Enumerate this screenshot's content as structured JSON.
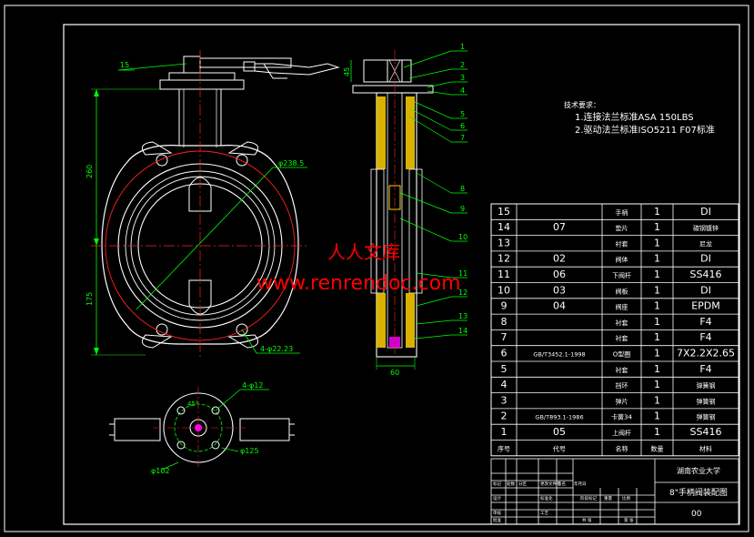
{
  "colors": {
    "background": "#000000",
    "frame": "#ffffff",
    "part": "#ffffff",
    "dimension": "#00ff00",
    "center": "#ff2020",
    "hatch": "#ffd000",
    "table": "#ffffff",
    "watermark": "#ff0000",
    "highlight": "#ff00ff"
  },
  "notes": {
    "heading": "技术要求：",
    "line1": "1.连接法兰标准ASA 150LBS",
    "line2": "2.驱动法兰标准ISO5211 F07标准"
  },
  "watermark": {
    "cn": "人人文库",
    "url": "www.renrendoc.com"
  },
  "dimensions": {
    "overall_height": "260",
    "lower_height": "175",
    "bolt_circle_main": "φ238.5",
    "bolt_holes_main": "4-φ22.23",
    "bolt_holes_top": "4-φ12",
    "top_pcd": "φ125",
    "top_dia": "φ102",
    "top_angle": "45°",
    "side_width": "60",
    "side_top": "45",
    "leader_15": "15"
  },
  "balloons": [
    "1",
    "2",
    "3",
    "4",
    "5",
    "6",
    "7",
    "8",
    "9",
    "10",
    "11",
    "12",
    "13",
    "14"
  ],
  "bom": [
    {
      "no": "15",
      "code": "",
      "name": "手柄",
      "qty": "1",
      "material": "DI"
    },
    {
      "no": "14",
      "code": "07",
      "name": "垫片",
      "qty": "1",
      "material": "碳钢镀锌"
    },
    {
      "no": "13",
      "code": "",
      "name": "衬套",
      "qty": "1",
      "material": "尼龙"
    },
    {
      "no": "12",
      "code": "02",
      "name": "阀体",
      "qty": "1",
      "material": "DI"
    },
    {
      "no": "11",
      "code": "06",
      "name": "下阀杆",
      "qty": "1",
      "material": "SS416"
    },
    {
      "no": "10",
      "code": "03",
      "name": "阀板",
      "qty": "1",
      "material": "DI"
    },
    {
      "no": "9",
      "code": "04",
      "name": "阀座",
      "qty": "1",
      "material": "EPDM"
    },
    {
      "no": "8",
      "code": "",
      "name": "衬套",
      "qty": "1",
      "material": "F4"
    },
    {
      "no": "7",
      "code": "",
      "name": "衬套",
      "qty": "1",
      "material": "F4"
    },
    {
      "no": "6",
      "code": "GB/T3452.1-1998",
      "name": "O型圈",
      "qty": "1",
      "material": "7X2.2X2.65"
    },
    {
      "no": "5",
      "code": "",
      "name": "衬套",
      "qty": "1",
      "material": "F4"
    },
    {
      "no": "4",
      "code": "",
      "name": "挡环",
      "qty": "1",
      "material": "弹簧钢"
    },
    {
      "no": "3",
      "code": "",
      "name": "弹片",
      "qty": "1",
      "material": "弹簧钢"
    },
    {
      "no": "2",
      "code": "GB/T893.1-1986",
      "name": "卡簧34",
      "qty": "1",
      "material": "弹簧钢"
    },
    {
      "no": "1",
      "code": "05",
      "name": "上阀杆",
      "qty": "1",
      "material": "SS416"
    }
  ],
  "bom_header": {
    "no": "序号",
    "code": "代号",
    "name": "名称",
    "qty": "数量",
    "material": "材料"
  },
  "title_block": {
    "school": "湖南农业大学",
    "drawing_title": "8\"手柄阀装配图",
    "drawing_no": "00",
    "small_labels": [
      "标记",
      "处数",
      "分区",
      "更改文件号",
      "签名",
      "年月日",
      "设计",
      "标准化",
      "审核",
      "工艺",
      "批准",
      "阶段标记",
      "重量",
      "比例",
      "共 张",
      "第 张"
    ]
  }
}
